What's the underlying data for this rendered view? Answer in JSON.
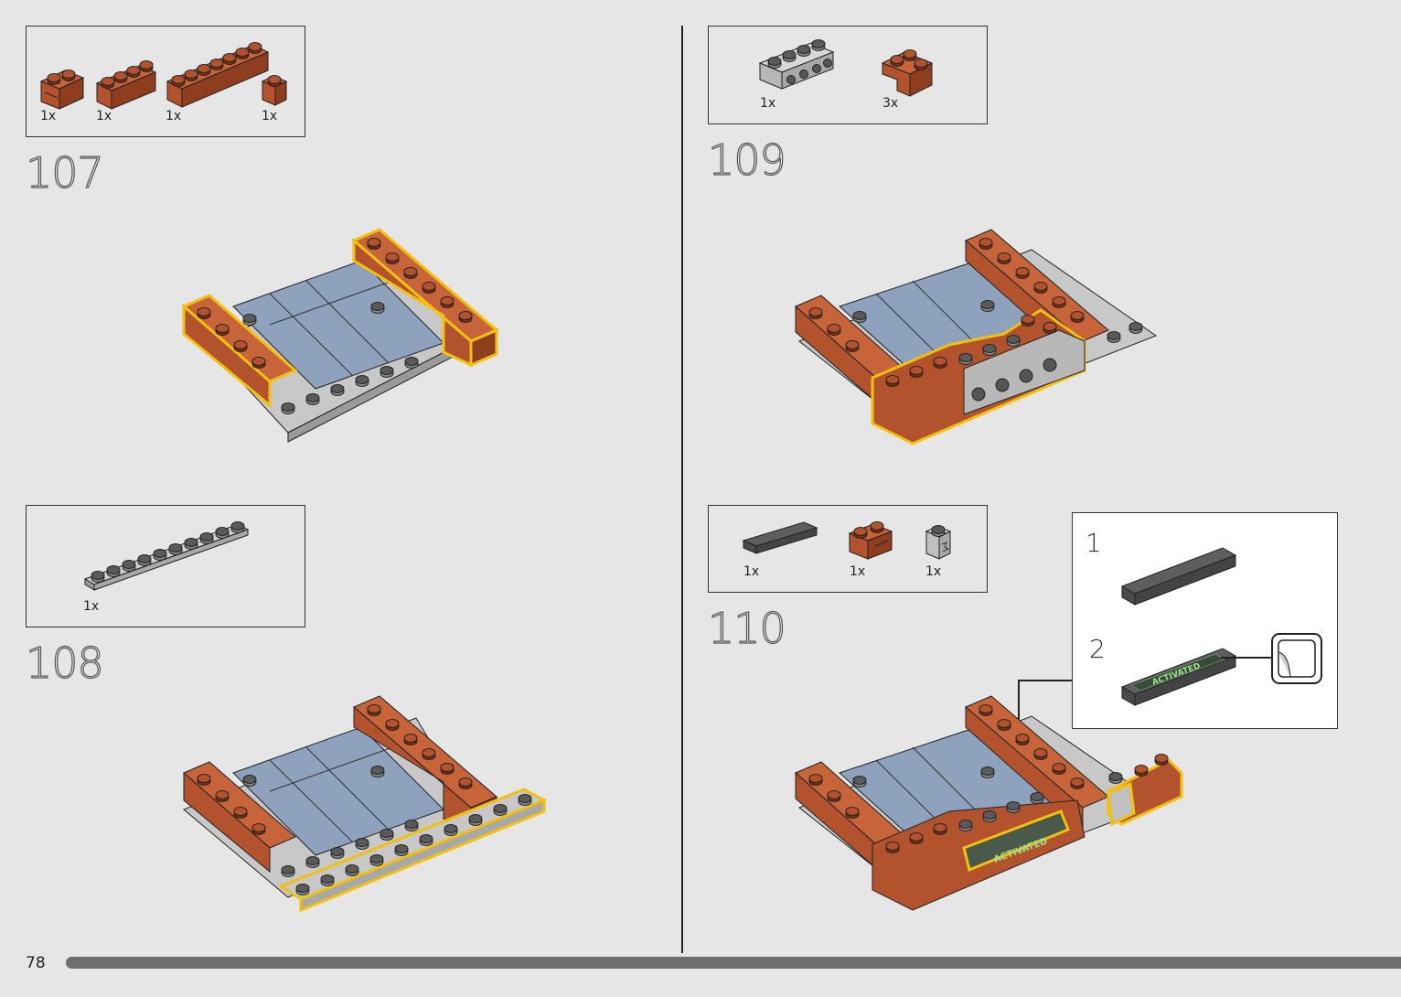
{
  "page": {
    "number": "78"
  },
  "steps": [
    {
      "number": "107",
      "parts": [
        {
          "qty": "1x"
        },
        {
          "qty": "1x"
        },
        {
          "qty": "1x"
        },
        {
          "qty": "1x"
        }
      ]
    },
    {
      "number": "108",
      "parts": [
        {
          "qty": "1x"
        }
      ]
    },
    {
      "number": "109",
      "parts": [
        {
          "qty": "1x"
        },
        {
          "qty": "3x"
        }
      ]
    },
    {
      "number": "110",
      "parts": [
        {
          "qty": "1x"
        },
        {
          "qty": "1x"
        },
        {
          "qty": "1x"
        }
      ],
      "callout": {
        "sub1": "1",
        "sub2": "2",
        "sticker_text": "ACTIVATED"
      }
    }
  ],
  "colors": {
    "brick": "#b2532e",
    "plate": "#c8c8c8",
    "tile": "#8ea2be",
    "highlight": "#f2c010",
    "tile_dark": "#5e5e5e"
  },
  "progress": {
    "fraction": 1.0
  }
}
